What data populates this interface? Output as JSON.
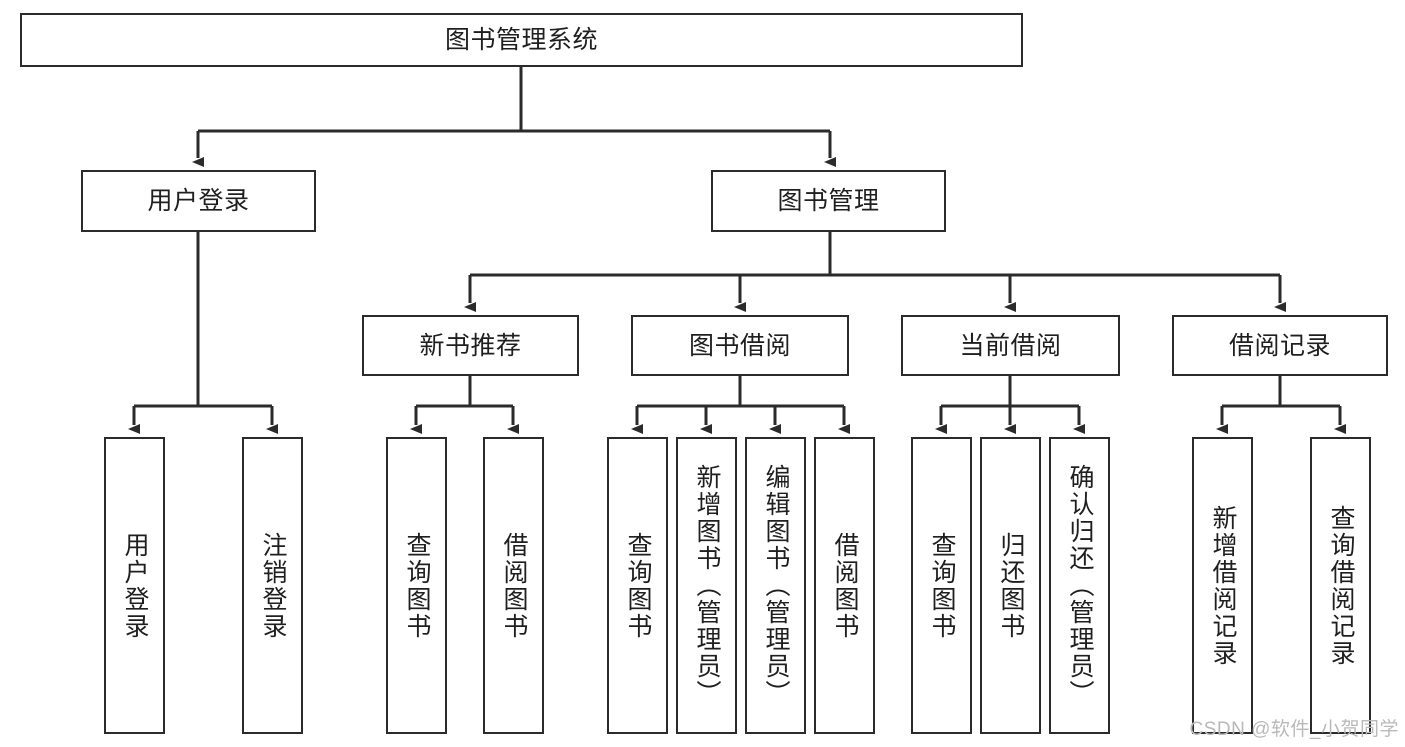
{
  "diagram": {
    "title": "图书管理系统",
    "type": "tree-hierarchy",
    "orientation": "top-down",
    "colors": {
      "box_border": "#2b2b2b",
      "box_fill": "#ffffff",
      "edge": "#2b2b2b",
      "text": "#1f1f1f",
      "watermark": "#b9b9b9",
      "background": "#ffffff"
    },
    "root": {
      "label": "图书管理系统"
    },
    "level1": [
      {
        "label": "用户登录"
      },
      {
        "label": "图书管理"
      }
    ],
    "level2": [
      {
        "label": "新书推荐"
      },
      {
        "label": "图书借阅"
      },
      {
        "label": "当前借阅"
      },
      {
        "label": "借阅记录"
      }
    ],
    "leaves": {
      "user_login": [
        {
          "label": "用户登录"
        },
        {
          "label": "注销登录"
        }
      ],
      "new_book_recommend": [
        {
          "label": "查询图书"
        },
        {
          "label": "借阅图书"
        }
      ],
      "book_borrow": [
        {
          "label": "查询图书"
        },
        {
          "label": "新增图书（管理员）"
        },
        {
          "label": "编辑图书（管理员）"
        },
        {
          "label": "借阅图书"
        }
      ],
      "current_borrow": [
        {
          "label": "查询图书"
        },
        {
          "label": "归还图书"
        },
        {
          "label": "确认归还（管理员）"
        }
      ],
      "borrow_records": [
        {
          "label": "新增借阅记录"
        },
        {
          "label": "查询借阅记录"
        }
      ]
    }
  },
  "watermark": {
    "text": "CSDN @软件_小贺同学"
  }
}
